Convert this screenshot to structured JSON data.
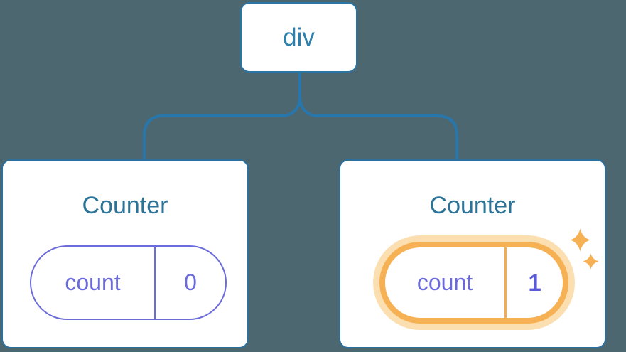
{
  "diagram": {
    "description": "React component tree diagram: a div parent with two Counter children holding state",
    "root": {
      "label": "div"
    },
    "children": [
      {
        "title": "Counter",
        "state": {
          "key": "count",
          "value": "0"
        },
        "highlighted": false
      },
      {
        "title": "Counter",
        "state": {
          "key": "count",
          "value": "1"
        },
        "highlighted": true
      }
    ],
    "icons": {
      "sparkle": "four-point-star"
    },
    "colors": {
      "background": "#4D6771",
      "connector_blue": "#2776AC",
      "node_border_blue": "#2B75A4",
      "node_label_blue": "#2E80AC",
      "card_border_blue": "#2B6F9C",
      "card_title_blue": "#2B7397",
      "state_purple": "#6B6BDB",
      "state_value_bold_purple": "#5A5AD6",
      "highlight_orange": "#F7B155",
      "highlight_halo_orange": "#FBDFB0",
      "sparkle_orange": "#F5B153",
      "card_background": "#FFFFFF"
    }
  }
}
